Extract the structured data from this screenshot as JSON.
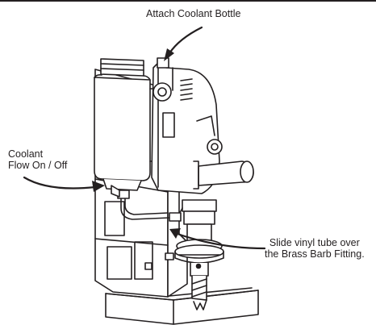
{
  "labels": {
    "attach": "Attach Coolant Bottle",
    "coolant_line1": "Coolant",
    "coolant_line2": "Flow On / Off",
    "slide_line1": "Slide vinyl tube over",
    "slide_line2": "the Brass Barb Fitting."
  },
  "colors": {
    "ink": "#231f20",
    "fill": "#ffffff",
    "shade": "#d9d9d9"
  }
}
